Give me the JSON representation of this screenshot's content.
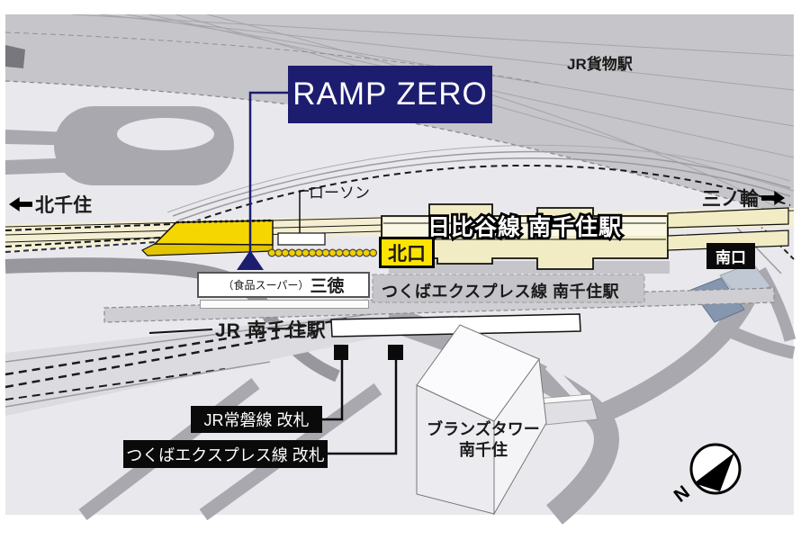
{
  "map": {
    "title_box": {
      "label": "RAMP ZERO"
    },
    "areas": {
      "jr_freight_station": "JR貨物駅"
    },
    "directions": {
      "west": "北千住",
      "east": "三ノ輪"
    },
    "stations": {
      "hibiya": "日比谷線 南千住駅",
      "tsukuba_express": "つくばエクスプレス線 南千住駅",
      "jr": "JR 南千住駅"
    },
    "exits": {
      "north": "北口",
      "south": "南口"
    },
    "pois": {
      "lawson": "ローソン",
      "santoku_prefix": "（食品スーパー）",
      "santoku_name": "三徳",
      "branz_tower_line1": "ブランズタワー",
      "branz_tower_line2": "南千住"
    },
    "gates": {
      "joban": "JR常磐線 改札",
      "tsukuba_express": "つくばエクスプレス線 改札"
    },
    "compass": {
      "north_label": "N"
    },
    "colors": {
      "accent_navy": "#1d1d70",
      "ramp_yellow": "#f6d600",
      "exit_yellow": "#ffe300",
      "station_cream": "#f1ecc4",
      "label_black": "#0a0a0a"
    }
  }
}
